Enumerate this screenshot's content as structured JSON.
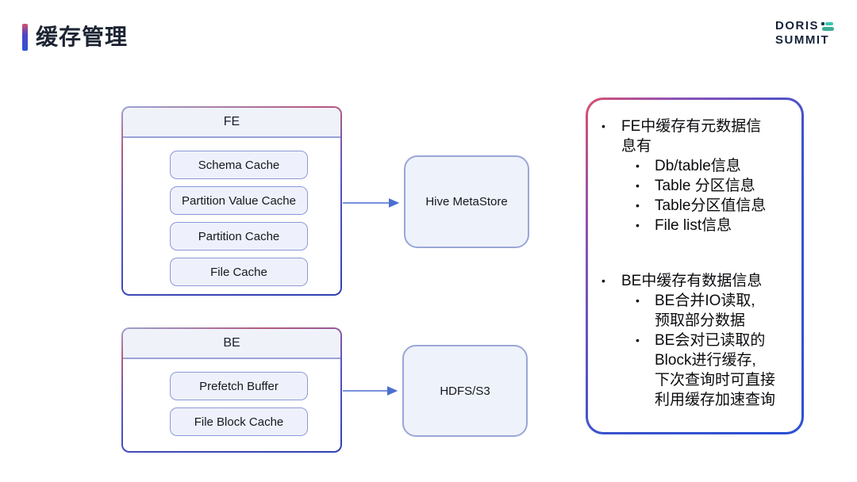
{
  "slide": {
    "title": "缓存管理",
    "logo": {
      "line1": "DORIS",
      "line2": "SUMMIT"
    }
  },
  "diagram": {
    "fe": {
      "title": "FE",
      "items": [
        "Schema Cache",
        "Partition Value Cache",
        "Partition Cache",
        "File Cache"
      ]
    },
    "be": {
      "title": "BE",
      "items": [
        "Prefetch Buffer",
        "File Block Cache"
      ]
    },
    "targets": {
      "hive": "Hive MetaStore",
      "hdfs": "HDFS/S3"
    },
    "edges": [
      {
        "from": "FE",
        "to": "Hive MetaStore"
      },
      {
        "from": "BE",
        "to": "HDFS/S3"
      }
    ]
  },
  "panel": {
    "sections": [
      {
        "heading": "FE中缓存有元数据信\n息有",
        "items": [
          "Db/table信息",
          "Table 分区信息",
          "Table分区值信息",
          "File list信息"
        ]
      },
      {
        "heading": "BE中缓存有数据信息",
        "items": [
          "BE合并IO读取,\n预取部分数据",
          "BE会对已读取的\nBlock进行缓存,\n下次查询时可直接\n利用缓存加速查询"
        ]
      }
    ]
  },
  "colors": {
    "accent_pink": "#d8506e",
    "accent_blue": "#2e54d6",
    "node_border": "#9aa6d8",
    "node_fill": "#eef2fa",
    "cache_border": "#8d99d6",
    "cache_fill": "#eef1fb",
    "arrow": "#4a6fd0",
    "brand_teal": "#38c7ae",
    "title_text": "#1d2433"
  }
}
